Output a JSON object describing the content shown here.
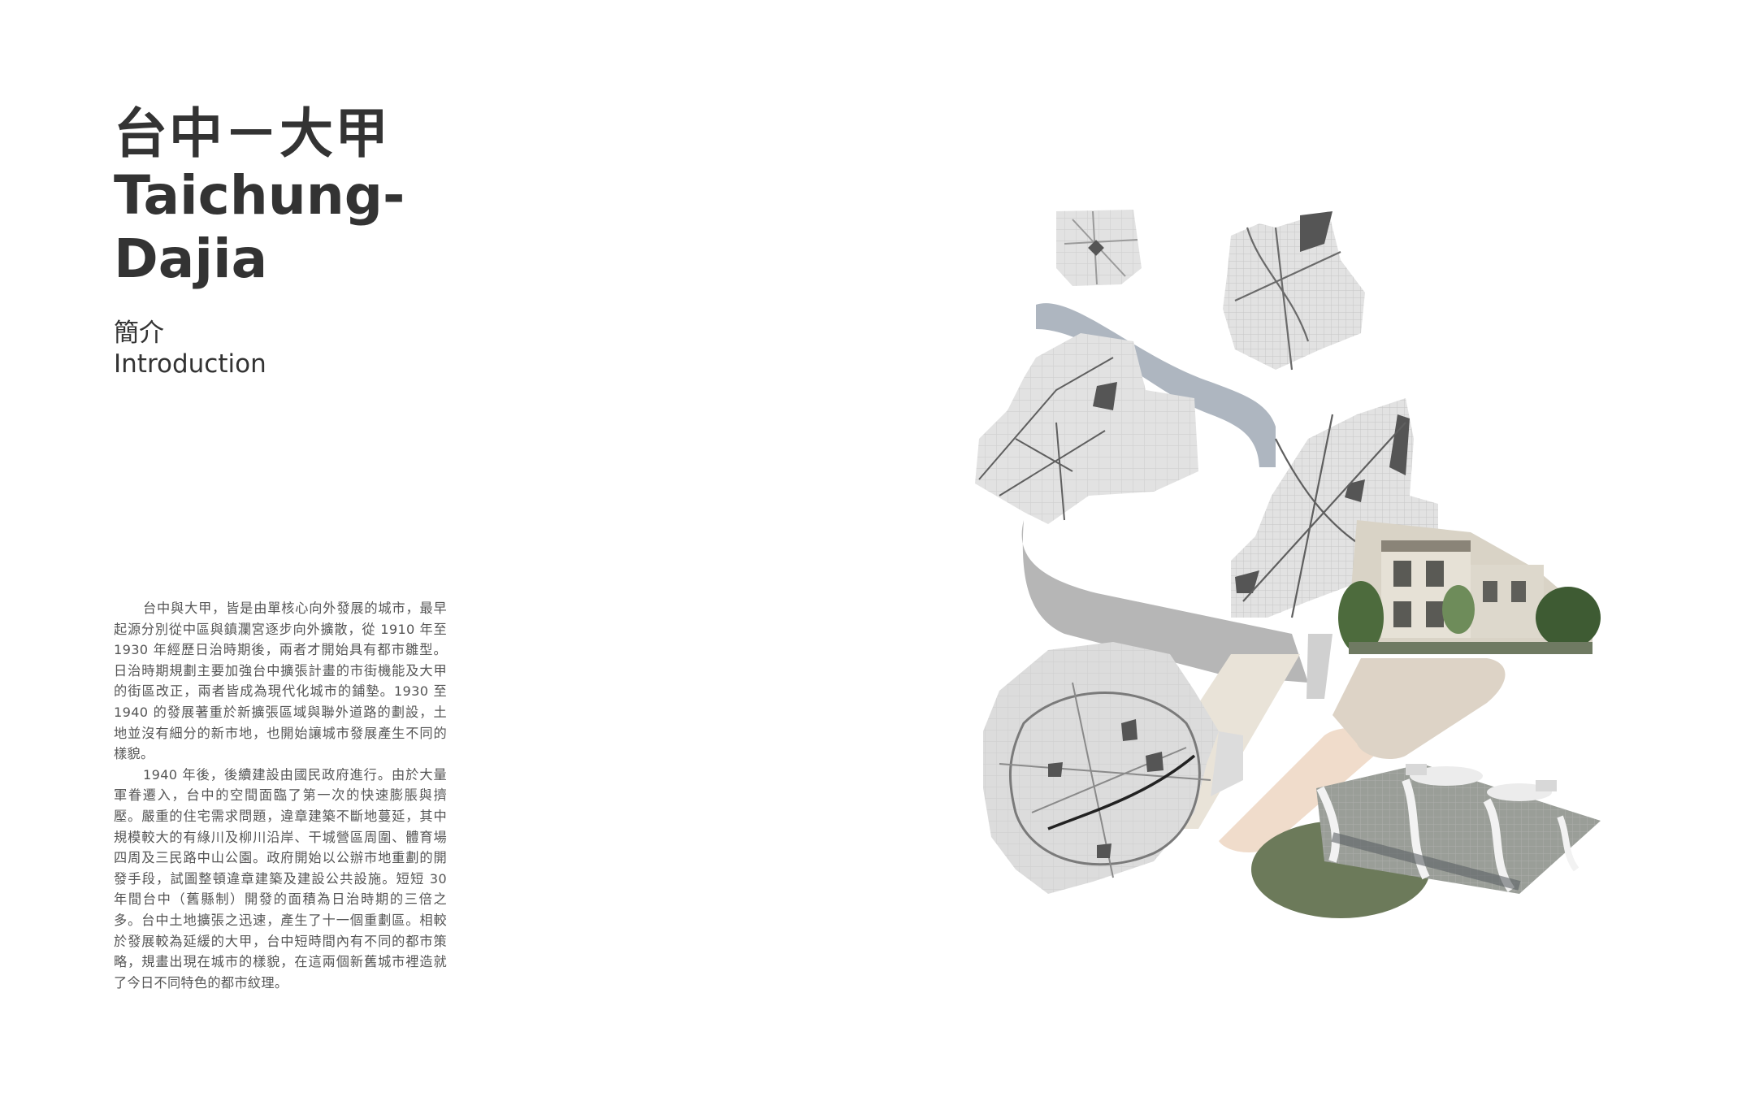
{
  "title": {
    "chinese": "台中－大甲",
    "english_line1": "Taichung-",
    "english_line2": "Dajia"
  },
  "section": {
    "chinese": "簡介",
    "english": "Introduction"
  },
  "paragraphs": [
    "台中與大甲，皆是由單核心向外發展的城市，最早起源分別從中區與鎮瀾宮逐步向外擴散，從 1910 年至 1930 年經歷日治時期後，兩者才開始具有都市雛型。日治時期規劃主要加強台中擴張計畫的市街機能及大甲的街區改正，兩者皆成為現代化城市的鋪墊。1930 至 1940 的發展著重於新擴張區域與聯外道路的劃設，土地並沒有細分的新市地，也開始讓城市發展產生不同的樣貌。",
    "1940 年後，後續建設由國民政府進行。由於大量軍眷遷入，台中的空間面臨了第一次的快速膨脹與擠壓。嚴重的住宅需求問題，違章建築不斷地蔓延，其中規模較大的有綠川及柳川沿岸、干城營區周圍、體育場四周及三民路中山公園。政府開始以公辦市地重劃的開發手段，試圖整頓違章建築及建設公共設施。短短 30 年間台中（舊縣制）開發的面積為日治時期的三倍之多。台中土地擴張之迅速，產生了十一個重劃區。相較於發展較為延緩的大甲，台中短時間內有不同的都市策略，規畫出現在城市的樣貌，在這兩個新舊城市裡造就了今日不同特色的都市紋理。"
  ],
  "colors": {
    "text": "#333333",
    "body_text": "#555555",
    "map_fill": "#e2e2e2",
    "map_dark": "#555555",
    "river_blue": "#aeb6c0",
    "band_gray": "#b4b4b4",
    "band_beige": "#e9e3d8",
    "band_peach": "#f0dccb",
    "band_tan": "#ddd3c6"
  }
}
